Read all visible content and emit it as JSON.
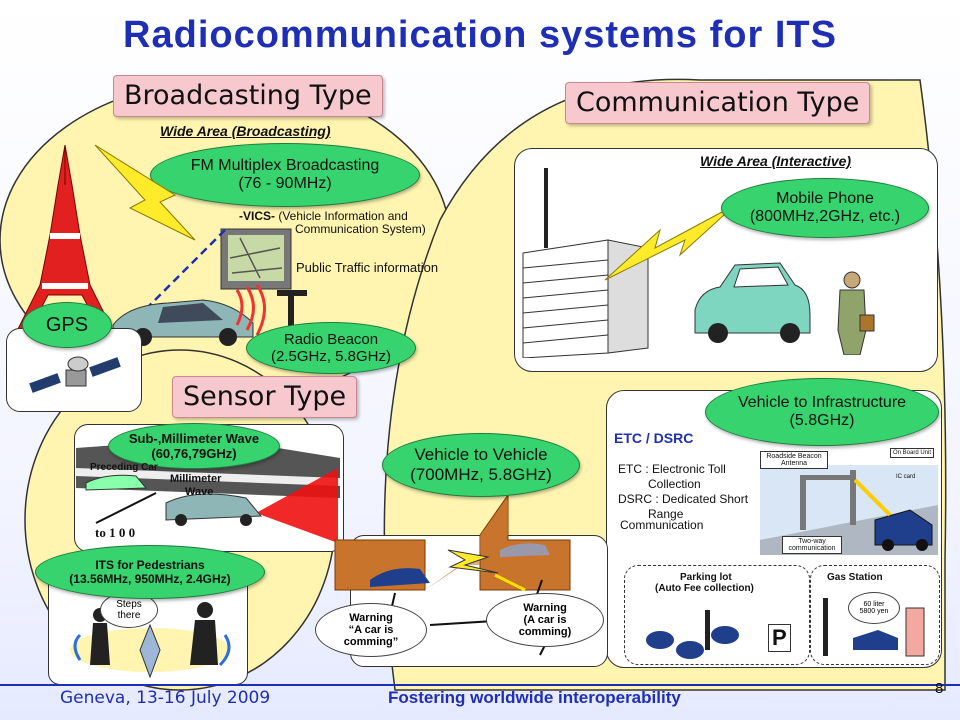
{
  "title": "Radiocommunication systems for ITS",
  "broadcasting": {
    "type_label": "Broadcasting Type",
    "area_label": "Wide Area (Broadcasting)",
    "fm_line1": "FM Multiplex Broadcasting",
    "fm_line2": "(76 - 90MHz)",
    "vics_prefix": "-VICS-",
    "vics_line1": "(Vehicle Information and",
    "vics_line2": "Communication System)",
    "public_traffic": "Public Traffic information",
    "beacon_line1": "Radio Beacon",
    "beacon_line2": "(2.5GHz, 5.8GHz)",
    "gps": "GPS"
  },
  "communication": {
    "type_label": "Communication Type",
    "area_label": "Wide Area (Interactive)",
    "mobile_line1": "Mobile Phone",
    "mobile_line2": "(800MHz,2GHz, etc.)",
    "v2i_line1": "Vehicle to Infrastructure",
    "v2i_line2": "(5.8GHz)",
    "etc_title": "ETC / DSRC",
    "etc_line1": "ETC : Electronic Toll",
    "etc_line2": "Collection",
    "dsrc_line1": "DSRC : Dedicated Short",
    "dsrc_line2": "Range",
    "dsrc_line3": "Communication",
    "roadside": "Roadside Beacon Antenna",
    "onboard": "On Board Unit",
    "ic_card": "IC card",
    "two_way": "Two-way communication",
    "parking_line1": "Parking lot",
    "parking_line2": "(Auto Fee collection)",
    "gas_station": "Gas Station",
    "gas_bubble_line1": "60 liter",
    "gas_bubble_line2": "5800 yen",
    "parking_sign": "P"
  },
  "sensor": {
    "type_label": "Sensor Type",
    "mmw_line1": "Sub-,Millimeter Wave",
    "mmw_line2": "(60,76,79GHz)",
    "preceding_car": "Preceding Car",
    "mmw_label_line1": "Millimeter",
    "mmw_label_line2": "Wave",
    "distance": "to 1 0 0",
    "ped_line1": "ITS for Pedestrians",
    "ped_line2": "(13.56MHz, 950MHz, 2.4GHz)",
    "steps_line1": "Steps",
    "steps_line2": "there"
  },
  "v2v": {
    "line1": "Vehicle to Vehicle",
    "line2": "(700MHz, 5.8GHz)",
    "warn1_line1": "Warning",
    "warn1_line2": "“A car is",
    "warn1_line3": "comming”",
    "warn2_line1": "Warning",
    "warn2_line2": "(A car is",
    "warn2_line3": "comming)"
  },
  "footer": {
    "location": "Geneva, 13-16 July 2009",
    "slogan": "Fostering worldwide interoperability",
    "page": "8"
  },
  "colors": {
    "title": "#1f2fb5",
    "yellow_area": "#fff5b0",
    "green_ellipse": "#37d36e",
    "pink_label": "#f7c9cf"
  }
}
